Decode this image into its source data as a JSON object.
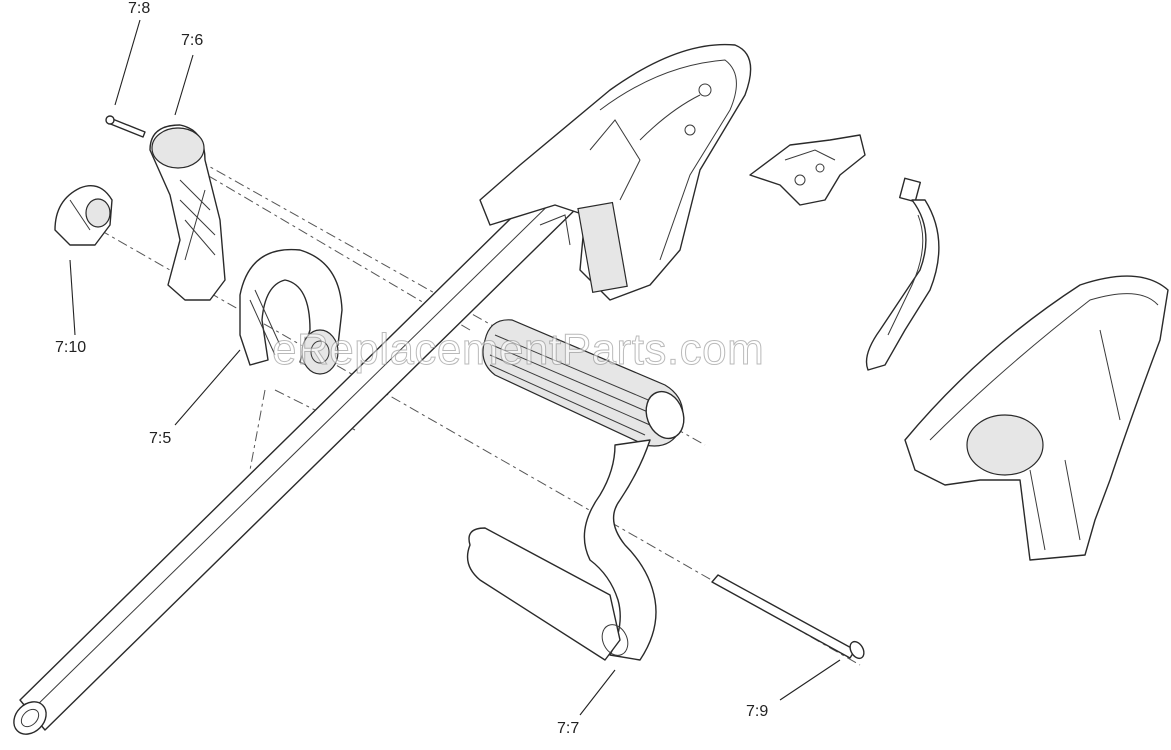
{
  "diagram": {
    "watermark": "eReplacementParts.com",
    "callouts": [
      {
        "id": "7:8",
        "label": "7:8"
      },
      {
        "id": "7:6",
        "label": "7:6"
      },
      {
        "id": "7:10",
        "label": "7:10"
      },
      {
        "id": "7:5",
        "label": "7:5"
      },
      {
        "id": "7:7",
        "label": "7:7"
      },
      {
        "id": "7:9",
        "label": "7:9"
      }
    ]
  }
}
